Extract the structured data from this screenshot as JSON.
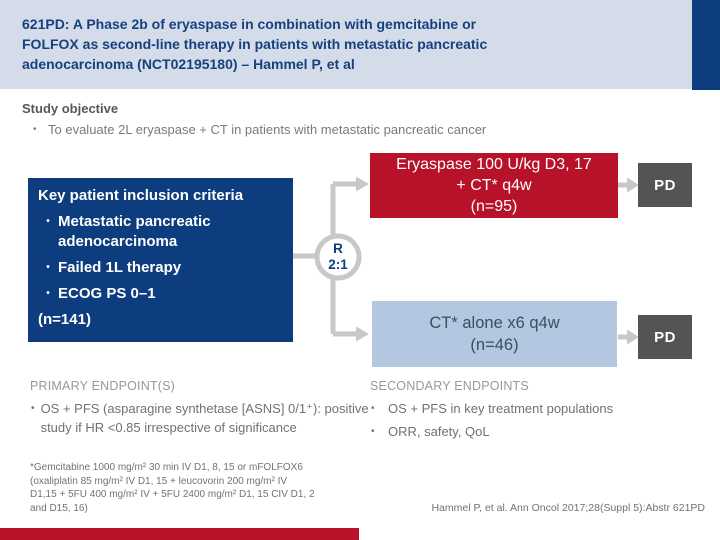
{
  "header": {
    "title_lines": [
      "621PD: A Phase 2b of eryaspase in combination with gemcitabine or",
      "FOLFOX as second-line therapy in patients with metastatic pancreatic",
      "adenocarcinoma (NCT02195180) – Hammel P, et al"
    ]
  },
  "objective": {
    "heading": "Study objective",
    "bullet": "To evaluate 2L eryaspase + CT in patients with metastatic pancreatic cancer"
  },
  "inclusion": {
    "heading": "Key patient inclusion criteria",
    "bullets": [
      "Metastatic pancreatic adenocarcinoma",
      "Failed 1L therapy",
      "ECOG PS 0–1"
    ],
    "n": "(n=141)"
  },
  "randomization": {
    "letter": "R",
    "ratio": "2:1"
  },
  "arms": {
    "experimental": {
      "line1": "Eryaspase 100 U/kg D3, 17",
      "line2": "+ CT* q4w",
      "n": "(n=95)",
      "outcome": "PD"
    },
    "control": {
      "line1": "CT* alone x6 q4w",
      "n": "(n=46)",
      "outcome": "PD"
    }
  },
  "endpoints": {
    "primary": {
      "heading": "PRIMARY ENDPOINT(S)",
      "bullets": [
        "OS + PFS (asparagine synthetase [ASNS] 0/1⁺): positive study if HR <0.85 irrespective of significance"
      ]
    },
    "secondary": {
      "heading": "SECONDARY ENDPOINTS",
      "bullets": [
        "OS + PFS in key treatment populations",
        "ORR, safety, QoL"
      ]
    }
  },
  "footnote_lines": [
    "*Gemcitabine 1000 mg/m² 30 min IV D1, 8, 15 or mFOLFOX6",
    "(oxaliplatin 85 mg/m² IV D1, 15 + leucovorin 200 mg/m² IV",
    "D1,15 + 5FU 400 mg/m² IV + 5FU 2400 mg/m² D1, 15 CIV D1, 2",
    "and D15, 16)"
  ],
  "reference": "Hammel P, et al. Ann Oncol 2017;28(Suppl 5):Abstr 621PD",
  "bullet_char": "•",
  "colors": {
    "header_bg": "#d4dcea",
    "accent_blue": "#0e3d7f",
    "accent_red": "#b8122b",
    "control_blue": "#b3c7e0",
    "pd_gray": "#545454",
    "connector_gray": "#c8c8c8",
    "title_blue": "#16417e"
  }
}
